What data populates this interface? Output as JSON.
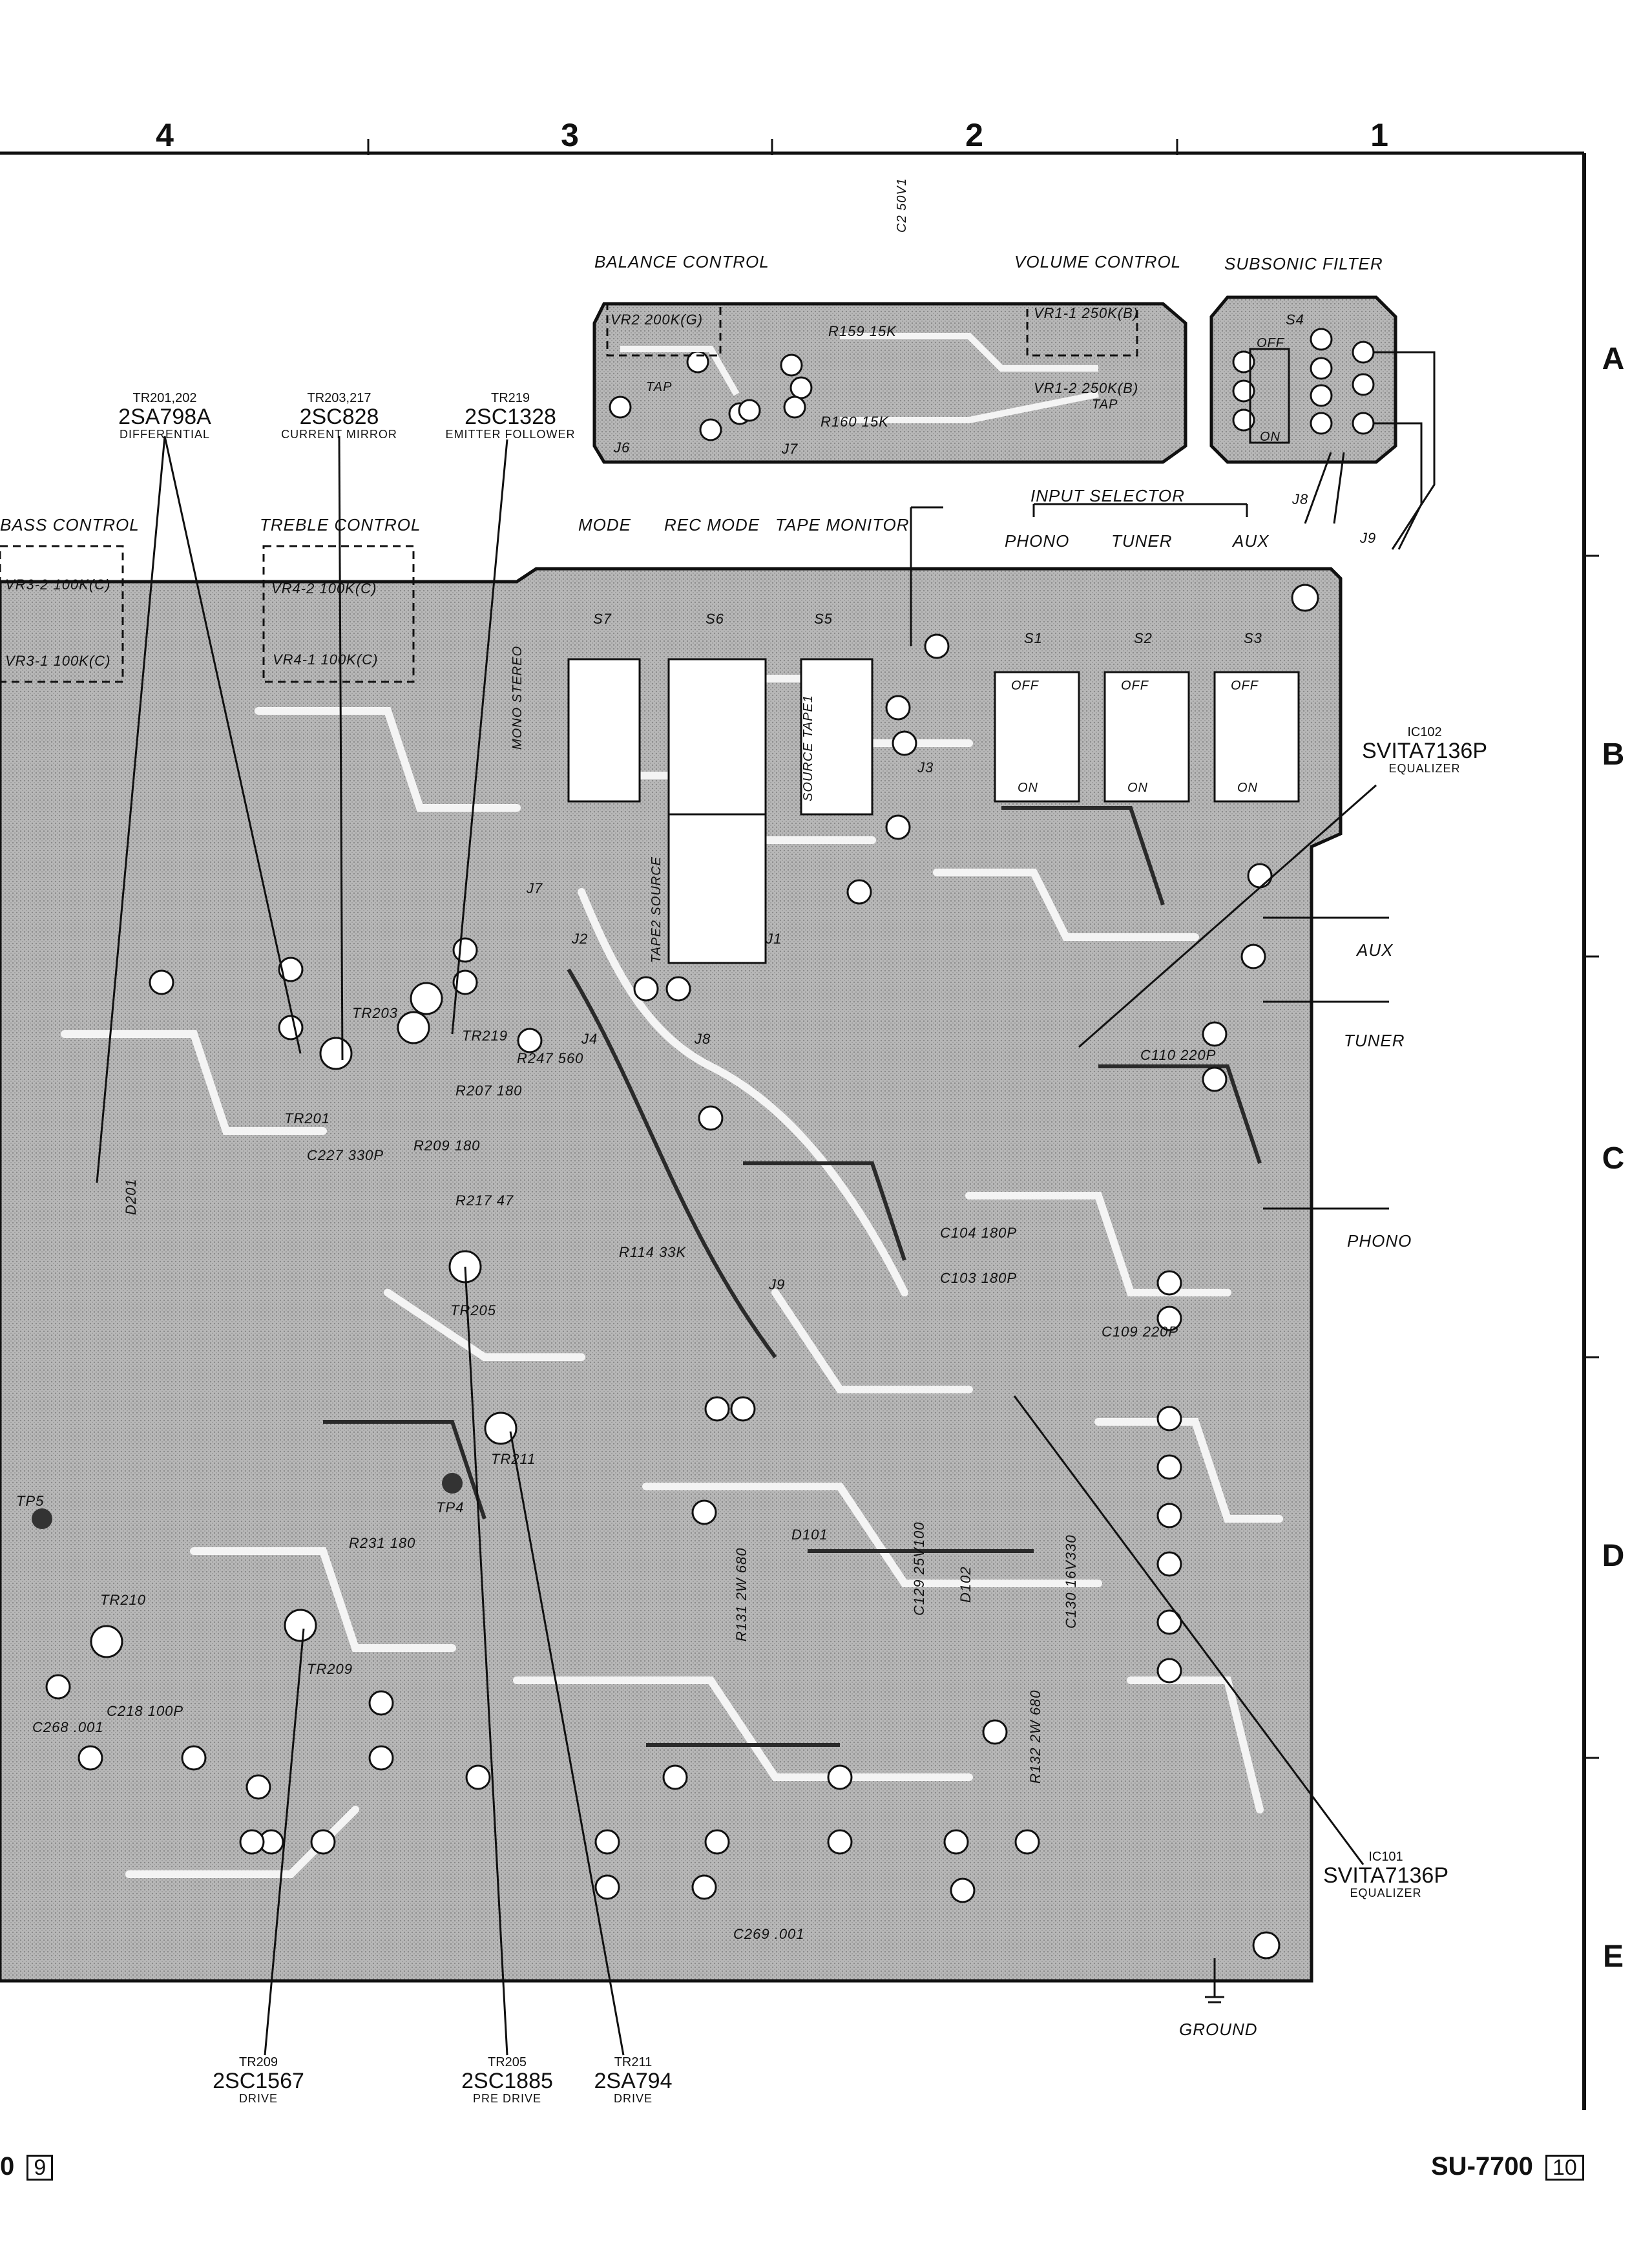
{
  "grid": {
    "columns": [
      "4",
      "3",
      "2",
      "1"
    ],
    "rows": [
      "A",
      "B",
      "C",
      "D",
      "E"
    ]
  },
  "controls": {
    "balance": "BALANCE CONTROL",
    "volume": "VOLUME CONTROL",
    "subsonic": "SUBSONIC FILTER",
    "bass": "BASS CONTROL",
    "treble": "TREBLE CONTROL",
    "mode": "MODE",
    "rec_mode": "REC MODE",
    "tape_monitor": "TAPE MONITOR",
    "input_selector": "INPUT SELECTOR",
    "phono": "PHONO",
    "tuner": "TUNER",
    "aux": "AUX"
  },
  "board_labels": {
    "aux": "AUX",
    "tuner": "TUNER",
    "phono": "PHONO",
    "ground": "GROUND",
    "vr1_1": "VR1-1  250K(B)",
    "vr1_2": "VR1-2  250K(B)",
    "vr2": "VR2  200K(G)",
    "vr3_2": "VR3-2  100K(C)",
    "vr3_1": "VR3-1  100K(C)",
    "vr4_2": "VR4-2  100K(C)",
    "vr4_1": "VR4-1  100K(C)",
    "s1": "S1",
    "s2": "S2",
    "s3": "S3",
    "s4": "S4",
    "s5": "S5",
    "s6": "S6",
    "s7": "S7",
    "j1": "J1",
    "j2": "J2",
    "j3": "J3",
    "j4": "J4",
    "j6": "J6",
    "j7": "J7",
    "j8": "J8",
    "j9": "J9",
    "tp4": "TP4",
    "tp5": "TP5",
    "r159": "R159 15K",
    "r160": "R160 15K",
    "tap": "TAP",
    "off": "OFF",
    "on": "ON",
    "mono_stereo": "MONO STEREO",
    "source_tape1": "SOURCE TAPE1",
    "tape2_source": "TAPE2 SOURCE",
    "d101": "D101",
    "d102": "D102",
    "d201": "D201",
    "tr201": "TR201",
    "tr203": "TR203",
    "tr205": "TR205",
    "tr209": "TR209",
    "tr210": "TR210",
    "tr211": "TR211",
    "tr219": "TR219",
    "r247": "R247 560",
    "r217": "R217 47",
    "r207": "R207 180",
    "r209": "R209 180",
    "r231": "R231 180",
    "r114": "R114 33K",
    "c104": "C104 180P",
    "c103": "C103 180P",
    "c110": "C110 220P",
    "c109": "C109 220P",
    "c227": "C227 330P",
    "c218": "C218 100P",
    "c269": "C269 .001",
    "c268": "C268 .001",
    "r132": "R132 2W 680",
    "r131": "R131 2W 680",
    "c129": "C129 25V100",
    "c130": "C130 16V330",
    "c250": "C2 50V1"
  },
  "part_callouts": [
    {
      "ref": "TR201,202",
      "part": "2SA798A",
      "function": "DIFFERENTIAL"
    },
    {
      "ref": "TR203,217",
      "part": "2SC828",
      "function": "CURRENT MIRROR"
    },
    {
      "ref": "TR219",
      "part": "2SC1328",
      "function": "EMITTER FOLLOWER"
    },
    {
      "ref": "IC102",
      "part": "SVITA7136P",
      "function": "EQUALIZER"
    },
    {
      "ref": "IC101",
      "part": "SVITA7136P",
      "function": "EQUALIZER"
    },
    {
      "ref": "TR209",
      "part": "2SC1567",
      "function": "DRIVE"
    },
    {
      "ref": "TR205",
      "part": "2SC1885",
      "function": "PRE DRIVE"
    },
    {
      "ref": "TR211",
      "part": "2SA794",
      "function": "DRIVE"
    }
  ],
  "footer": {
    "left_prefix": "0",
    "left_page": "9",
    "model": "SU-7700",
    "right_page": "10"
  }
}
